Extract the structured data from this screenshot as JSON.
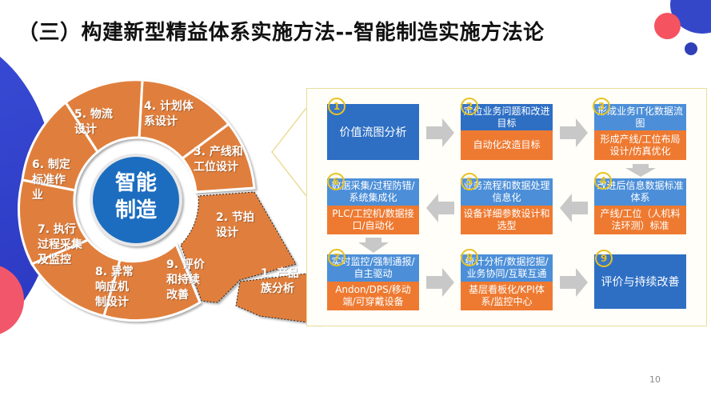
{
  "title": "（三）构建新型精益体系实施方法--智能制造实施方法论",
  "page_number": "10",
  "center": {
    "line1": "智能",
    "line2": "制造"
  },
  "ring_segments": [
    {
      "line1": "1. 产品",
      "line2": "族分析",
      "line3": ""
    },
    {
      "line1": "2. 节拍",
      "line2": "设计",
      "line3": ""
    },
    {
      "line1": "3. 产线和",
      "line2": "工位设计",
      "line3": ""
    },
    {
      "line1": "4. 计划体",
      "line2": "系设计",
      "line3": ""
    },
    {
      "line1": "5. 物流",
      "line2": "设计",
      "line3": ""
    },
    {
      "line1": "6. 制定",
      "line2": "标准作",
      "line3": "业"
    },
    {
      "line1": "7. 执行",
      "line2": "过程采集",
      "line3": "及监控"
    },
    {
      "line1": "8. 异常",
      "line2": "响应机",
      "line3": "制设计"
    },
    {
      "line1": "9. 评价",
      "line2": "和持续",
      "line3": "改善"
    }
  ],
  "steps": [
    {
      "num": "1",
      "top": "价值流图分析",
      "bottom": ""
    },
    {
      "num": "2",
      "top": "定位业务问题和改进目标",
      "bottom": "自动化改造目标"
    },
    {
      "num": "3",
      "top": "形成业务IT化数据流图",
      "bottom": "形成产线/工位布局设计/仿真优化"
    },
    {
      "num": "4",
      "top": "改进后信息数据标准体系",
      "bottom": "产线/工位（人机料法环测）标准"
    },
    {
      "num": "5",
      "top": "业务流程和数据处理信息化",
      "bottom": "设备详细参数设计和选型"
    },
    {
      "num": "6",
      "top": "数据采集/过程防错/系统集成化",
      "bottom": "PLC/工控机/数据接口/自动化"
    },
    {
      "num": "7",
      "top": "实时监控/强制通报/自主驱动",
      "bottom": "Andon/DPS/移动端/可穿戴设备"
    },
    {
      "num": "8",
      "top": "统计分析/数据挖掘/业务协同/互联互通",
      "bottom": "基层看板化/KPI体系/监控中心"
    },
    {
      "num": "9",
      "top": "评价与持续改善",
      "bottom": ""
    }
  ],
  "colors": {
    "ring_orange": "#e07f3e",
    "center_blue": "#1f6dbf",
    "step_blue": "#2e6fc4",
    "step_orange": "#ee7a31",
    "badge_yellow": "#e8c21f",
    "arrow_gray": "#c8c8c8"
  }
}
